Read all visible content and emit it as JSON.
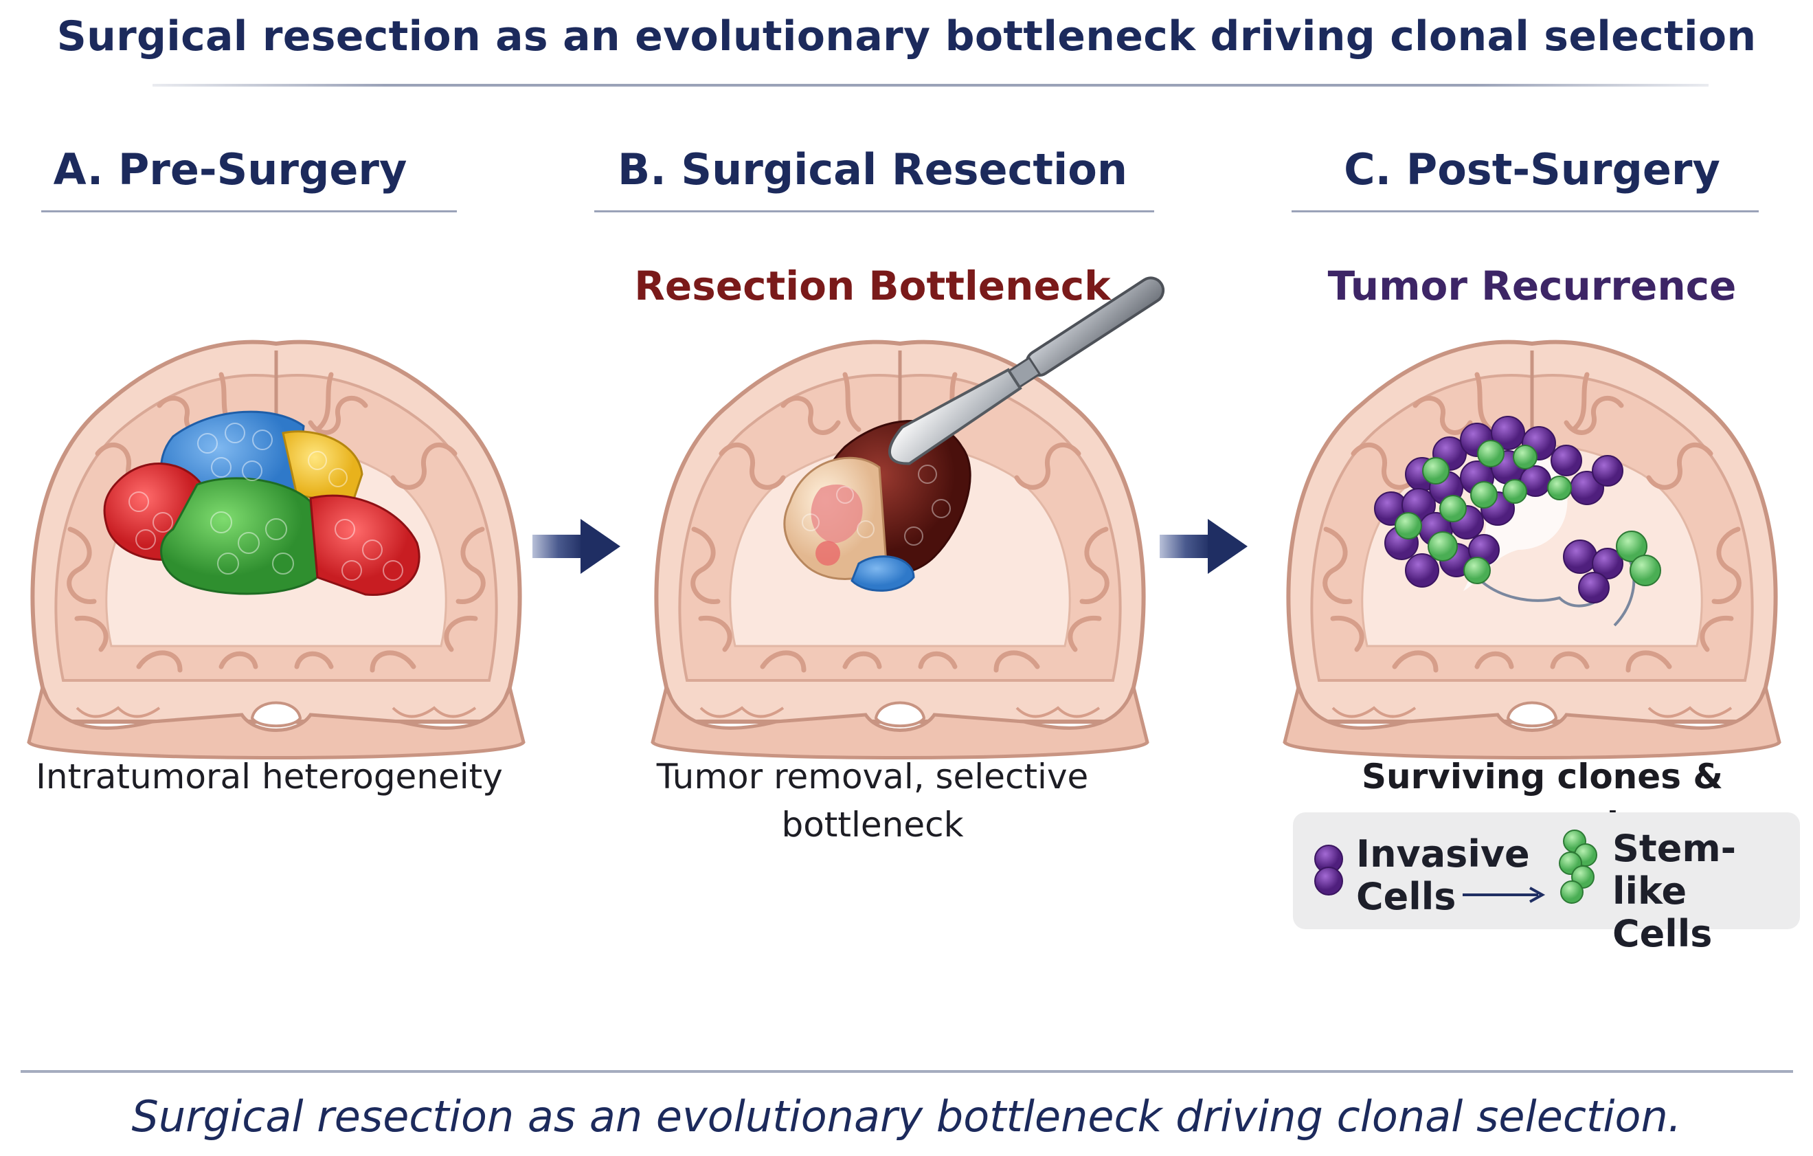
{
  "title": "Surgical resection as an evolutionary bottleneck driving clonal selection",
  "panels": [
    {
      "heading": "A. Pre-Surgery",
      "subheading": "",
      "caption": "Intratumoral heterogeneity"
    },
    {
      "heading": "B. Surgical Resection",
      "subheading": "Resection Bottleneck",
      "caption": "Tumor removal, selective bottleneck"
    },
    {
      "heading": "C. Post-Surgery",
      "subheading": "Tumor Recurrence",
      "caption": "Surviving clones & regrowth"
    }
  ],
  "legend": {
    "invasive_label": "Invasive\nCells",
    "stem_label": "Stem-like\nCells"
  },
  "bottom_caption": "Surgical resection as an evolutionary bottleneck driving clonal selection.",
  "colors": {
    "navy": "#1c2a5c",
    "resection_red": "#7a1a1a",
    "recurrence_purple": "#3d2566",
    "brain_fill": "#f6d7c9",
    "brain_outline": "#c89482",
    "clone_blue": "#2f79c9",
    "clone_yellow": "#f0c22a",
    "clone_red": "#d8262a",
    "clone_green": "#39a33a",
    "invasive_purple": "#6b2f98",
    "stem_green": "#67c46e",
    "arrow_navy": "#1f2e63"
  }
}
